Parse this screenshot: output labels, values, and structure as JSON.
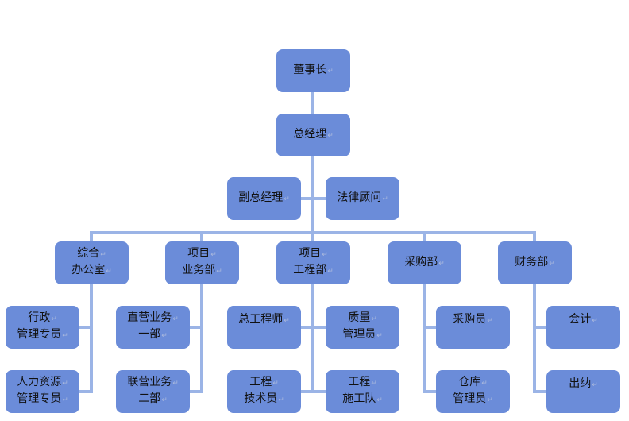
{
  "chairman": [
    "董事长"
  ],
  "gm": [
    "总经理"
  ],
  "deputy_gm": [
    "副总经理"
  ],
  "legal": [
    "法律顾问"
  ],
  "departments": [
    {
      "name": [
        "综合",
        "办公室"
      ],
      "subs": [
        [
          "行政",
          "管理专员"
        ],
        [
          "人力资源",
          "管理专员"
        ]
      ]
    },
    {
      "name": [
        "项目",
        "业务部"
      ],
      "subs": [
        [
          "直营业务",
          "一部"
        ],
        [
          "联营业务",
          "二部"
        ]
      ]
    },
    {
      "name": [
        "项目",
        "工程部"
      ],
      "subs": [
        [
          "总工程师"
        ],
        [
          "质量",
          "管理员"
        ],
        [
          "工程",
          "技术员"
        ],
        [
          "工程",
          "施工队"
        ]
      ]
    },
    {
      "name": [
        "采购部"
      ],
      "subs": [
        [
          "采购员"
        ],
        [
          "仓库",
          "管理员"
        ]
      ]
    },
    {
      "name": [
        "财务部"
      ],
      "subs": [
        [
          "会计"
        ],
        [
          "出纳"
        ]
      ]
    }
  ],
  "colors": {
    "box": "#6b8cd9",
    "line": "#9bb4e6"
  }
}
